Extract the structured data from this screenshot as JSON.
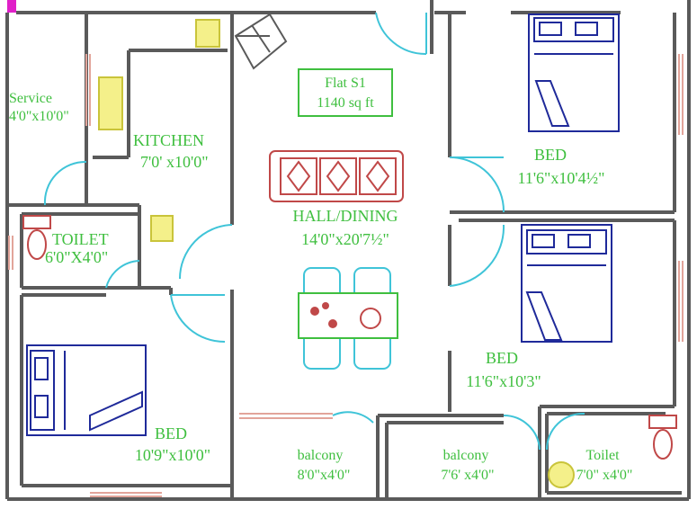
{
  "flat": {
    "name": "Flat  S1",
    "area": "1140 sq ft"
  },
  "rooms": {
    "service": {
      "name": "Service",
      "dim": "4'0\"x10'0\""
    },
    "kitchen": {
      "name": "KITCHEN",
      "dim": "7'0' x10'0\""
    },
    "toilet1": {
      "name": "TOILET",
      "dim": "6'0\"X4'0\""
    },
    "hall": {
      "name": "HALL/DINING",
      "dim": "14'0\"x20'7½\""
    },
    "bed1": {
      "name": "BED",
      "dim": "11'6\"x10'4½\""
    },
    "bed2": {
      "name": "BED",
      "dim": "11'6\"x10'3\""
    },
    "bed3": {
      "name": "BED",
      "dim": "10'9\"x10'0\""
    },
    "balcony1": {
      "name": "balcony",
      "dim": "8'0\"x4'0\""
    },
    "balcony2": {
      "name": "balcony",
      "dim": "7'6' x4'0\""
    },
    "toilet2": {
      "name": "Toilet",
      "dim": "7'0\" x4'0\""
    }
  },
  "colors": {
    "wall": "#5a5a5a",
    "door": "#3fc4d8",
    "label": "#3fbf3f",
    "furniture": "#1f2a9a",
    "sofa": "#c04848",
    "appliance": "#e8e34a",
    "window": "#e2a49a",
    "accent": "#e020c8"
  }
}
